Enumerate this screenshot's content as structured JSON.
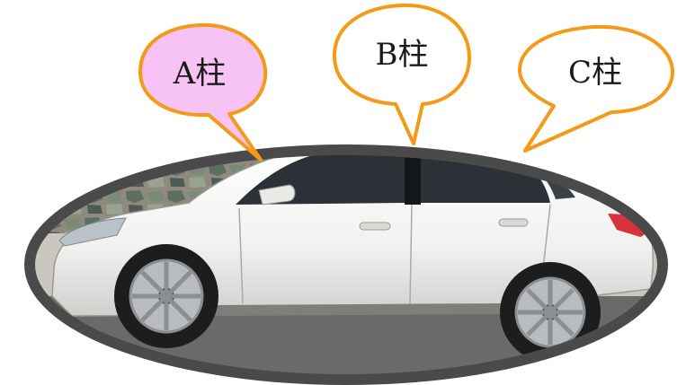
{
  "callouts": {
    "a_pillar": {
      "label": "A柱",
      "fill": "#f7c2f4",
      "stroke": "#f39a16"
    },
    "b_pillar": {
      "label": "B柱",
      "fill": "#ffffff",
      "stroke": "#f39a16"
    },
    "c_pillar": {
      "label": "C柱",
      "fill": "#ffffff",
      "stroke": "#f39a16"
    }
  },
  "colors": {
    "frame": "#4a4a4a",
    "car_body": "#f4f4f2",
    "glass": "#2b3136",
    "tail_light": "#d8323c",
    "wall_stone": "#6f7d6d",
    "road": "#6a6a68"
  }
}
